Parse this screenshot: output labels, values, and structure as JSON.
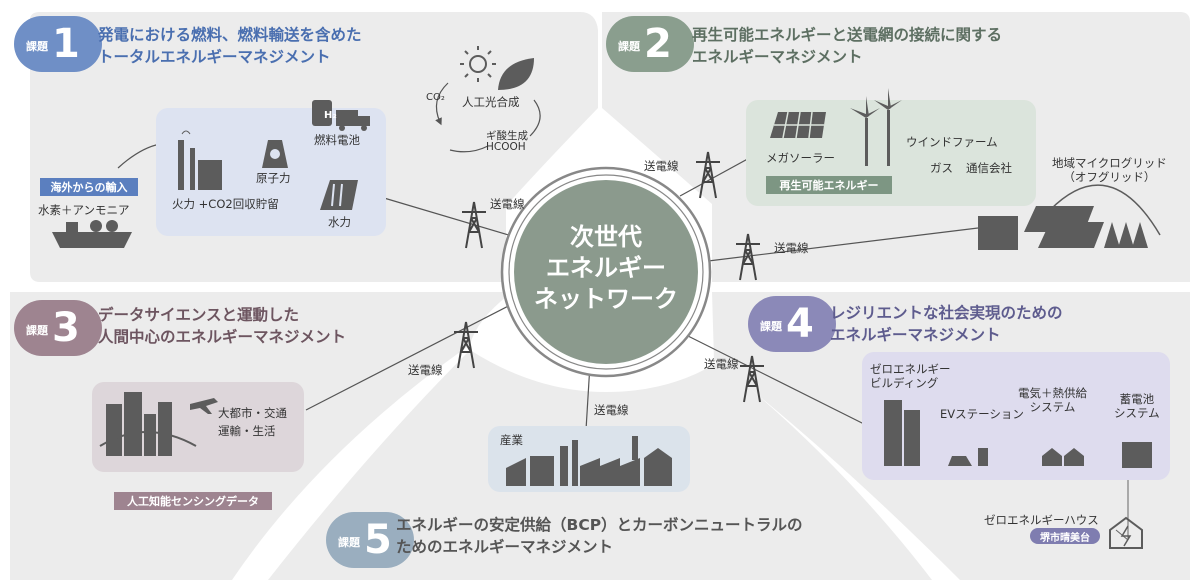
{
  "colors": {
    "c1": "#6f8fc6",
    "c2": "#8a9e8e",
    "c3": "#9e8490",
    "c4": "#8b89b8",
    "c5": "#9aaebf",
    "panel": "#ececec",
    "icon": "#5c5c5c",
    "hub": "#8b9a8d"
  },
  "hub": {
    "lines": [
      "次世代",
      "エネルギー",
      "ネットワーク"
    ]
  },
  "sections": [
    {
      "label": "課題",
      "num": "1",
      "title_lines": [
        "発電における燃料、燃料輸送を含めた",
        "トータルエネルギーマネジメント"
      ]
    },
    {
      "label": "課題",
      "num": "2",
      "title_lines": [
        "再生可能エネルギーと送電網の接続に関する",
        "エネルギーマネジメント"
      ]
    },
    {
      "label": "課題",
      "num": "3",
      "title_lines": [
        "データサイエンスと運動した",
        "人間中心のエネルギーマネジメント"
      ]
    },
    {
      "label": "課題",
      "num": "4",
      "title_lines": [
        "レジリエントな社会実現のための",
        "エネルギーマネジメント"
      ]
    },
    {
      "label": "課題",
      "num": "5",
      "title_lines": [
        "エネルギーの安定供給（BCP）とカーボンニュートラルの",
        "ためのエネルギーマネジメント"
      ]
    }
  ],
  "s1": {
    "import_tag": "海外からの輸入",
    "import_text": "水素＋アンモニア",
    "thermal": "火力 +CO2回収貯留",
    "nuclear": "原子力",
    "fuelcell": "燃料電池",
    "hydro": "水力",
    "photo": "人工光合成",
    "co2": "CO₂",
    "formic": "ギ酸生成",
    "hcooh": "HCOOH",
    "h2": "H₂"
  },
  "s2": {
    "mega": "メガソーラー",
    "wind": "ウインドファーム",
    "gas": "ガス",
    "telecom": "通信会社",
    "tag": "再生可能エネルギー",
    "micro_lines": [
      "地域マイクログリッド",
      "（オフグリッド）"
    ]
  },
  "s3": {
    "city_lines": [
      "大都市・交通",
      "運輸・生活"
    ],
    "tag": "人工知能センシングデータ"
  },
  "s4": {
    "zeb_lines": [
      "ゼロエネルギー",
      "ビルディング"
    ],
    "ev": "EVステーション",
    "chp_lines": [
      "電気＋熱供給",
      "システム"
    ],
    "battery_lines": [
      "蓄電池",
      "システム"
    ],
    "zeh": "ゼロエネルギーハウス",
    "site": "堺市晴美台"
  },
  "s5": {
    "industry": "産業"
  },
  "line_label": "送電線"
}
